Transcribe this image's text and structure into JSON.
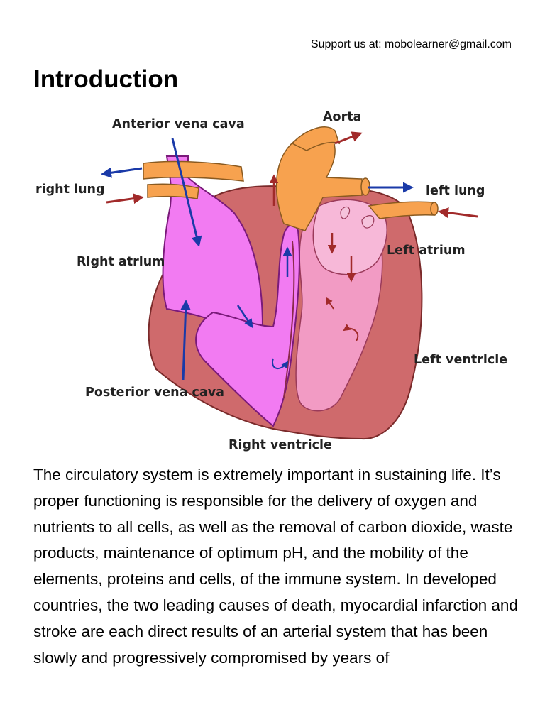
{
  "header": {
    "support_text": "Support us at: mobolearner@gmail.com"
  },
  "page": {
    "title": "Introduction"
  },
  "diagram": {
    "labels": {
      "anterior_vena_cava": "Anterior vena cava",
      "aorta": "Aorta",
      "right_lung": "right lung",
      "left_lung": "left lung",
      "right_atrium": "Right atrium",
      "left_atrium": "Left atrium",
      "left_ventricle": "Left ventricle",
      "posterior_vena_cava": "Posterior vena cava",
      "right_ventricle": "Right ventricle"
    },
    "colors": {
      "deoxygenated_arrow": "#1a3aa8",
      "oxygenated_arrow": "#a12a2a",
      "right_heart": "#f27bf2",
      "left_heart": "#f29bc4",
      "heart_wall": "#cf6a6c",
      "arteries": "#f7a24f"
    }
  },
  "body": {
    "paragraph": "The circulatory system is extremely important in sustaining life. It’s proper functioning is responsible for the delivery of oxygen and nutrients to all cells, as well as the removal of carbon dioxide, waste products, maintenance of optimum pH, and the mobility of the elements, proteins and cells, of the immune system. In developed countries, the two leading causes of death, myocardial infarction and stroke are each direct results of an arterial system that has been slowly and progressively compromised by years of"
  }
}
